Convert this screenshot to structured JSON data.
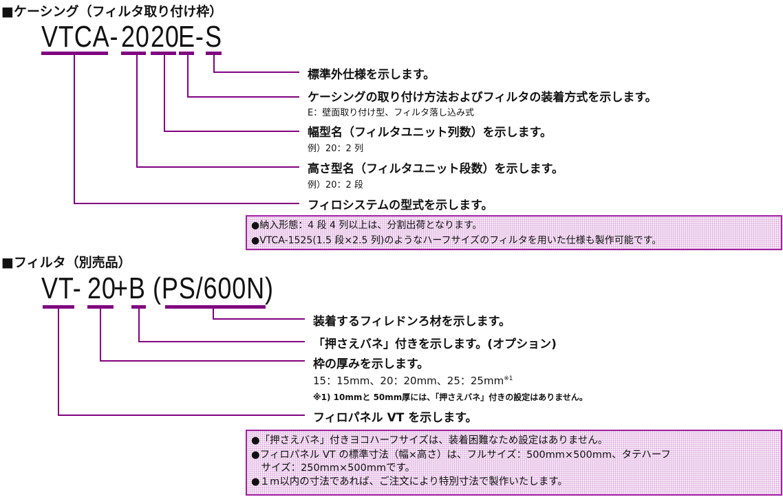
{
  "casing": {
    "heading": "■ケーシング（フィルタ取り付け枠）",
    "code_parts": [
      "VTCA-",
      "20",
      "20",
      "E-",
      "S"
    ],
    "labels": [
      {
        "title": "標準外仕様を示します。",
        "sub": ""
      },
      {
        "title": "ケーシングの取り付け方法およびフィルタの装着方式を示します。",
        "sub": "E：壁面取り付け型、フィルタ落し込み式"
      },
      {
        "title": "幅型名（フィルタユニット列数）を示します。",
        "sub": "例）20：2 列"
      },
      {
        "title": "高さ型名（フィルタユニット段数）を示します。",
        "sub": "例）20：2 段"
      },
      {
        "title": "フィロシステムの型式を示します。",
        "sub": ""
      }
    ],
    "notes": [
      "●納入形態：4 段 4 列以上は、分割出荷となります。",
      "●VTCA-1525(1.5 段×2.5 列)のようなハーフサイズのフィルタを用いた仕様も製作可能です。"
    ]
  },
  "filter": {
    "heading": "■フィルタ（別売品）",
    "code_parts": [
      "VT-",
      "20",
      "+B",
      "(PS/600N)"
    ],
    "labels": [
      {
        "title": "装着するフィレドンろ材を示します。"
      },
      {
        "title": "「押さえバネ」付きを示します。(オプション)"
      },
      {
        "title": "枠の厚みを示します。",
        "sub": "15：15mm、20：20mm、25：25mm",
        "sup": "※1",
        "footnote": "※1) 10mmと 50mm厚には、「押さえバネ」付きの設定はありません。"
      },
      {
        "title": "フィロパネル VT を示します。"
      }
    ],
    "notes": [
      "●「押さえバネ」付きヨコハーフサイズは、装着困難なため設定はありません。",
      "●フィロパネル VT の標準寸法（幅×高さ）は、フルサイズ：500mm×500mm、タテハーフ",
      "　サイズ：250mm×500mmです。",
      "●１m以内の寸法であれば、ご注文により特別寸法で製作いたします。"
    ]
  },
  "colors": {
    "accent": "#800080"
  }
}
